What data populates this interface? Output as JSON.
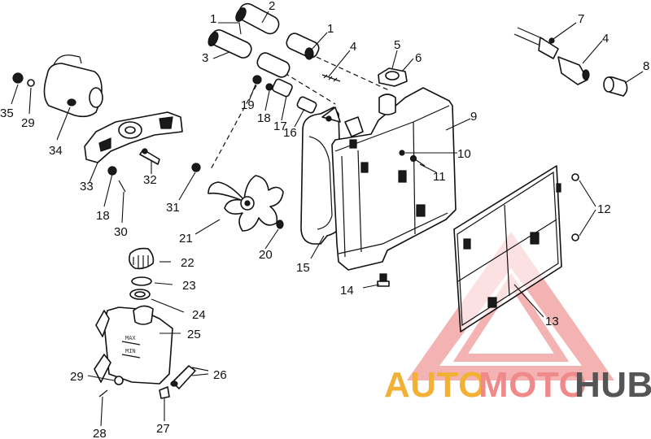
{
  "callouts": {
    "c1a": "1",
    "c1b": "1",
    "c2": "2",
    "c3": "3",
    "c4a": "4",
    "c4b": "4",
    "c5": "5",
    "c6": "6",
    "c7": "7",
    "c8": "8",
    "c9": "9",
    "c10": "10",
    "c11": "11",
    "c12": "12",
    "c13": "13",
    "c14": "14",
    "c15": "15",
    "c16": "16",
    "c17": "17",
    "c18a": "18",
    "c18b": "18",
    "c19": "19",
    "c20": "20",
    "c21": "21",
    "c22": "22",
    "c23": "23",
    "c24": "24",
    "c25": "25",
    "c26": "26",
    "c27": "27",
    "c28": "28",
    "c29a": "29",
    "c29b": "29",
    "c30": "30",
    "c31": "31",
    "c32": "32",
    "c33": "33",
    "c34": "34",
    "c35": "35"
  },
  "tank_markings": {
    "max": "MAX",
    "min": "MIN"
  },
  "watermark": {
    "part1": "AUTO",
    "part2": "MOTO",
    "part3": "HUB",
    "color_auto": "#f2b134",
    "color_moto": "#f08a8a",
    "color_hub": "#555555",
    "triangle_color": "#e24a4a"
  }
}
